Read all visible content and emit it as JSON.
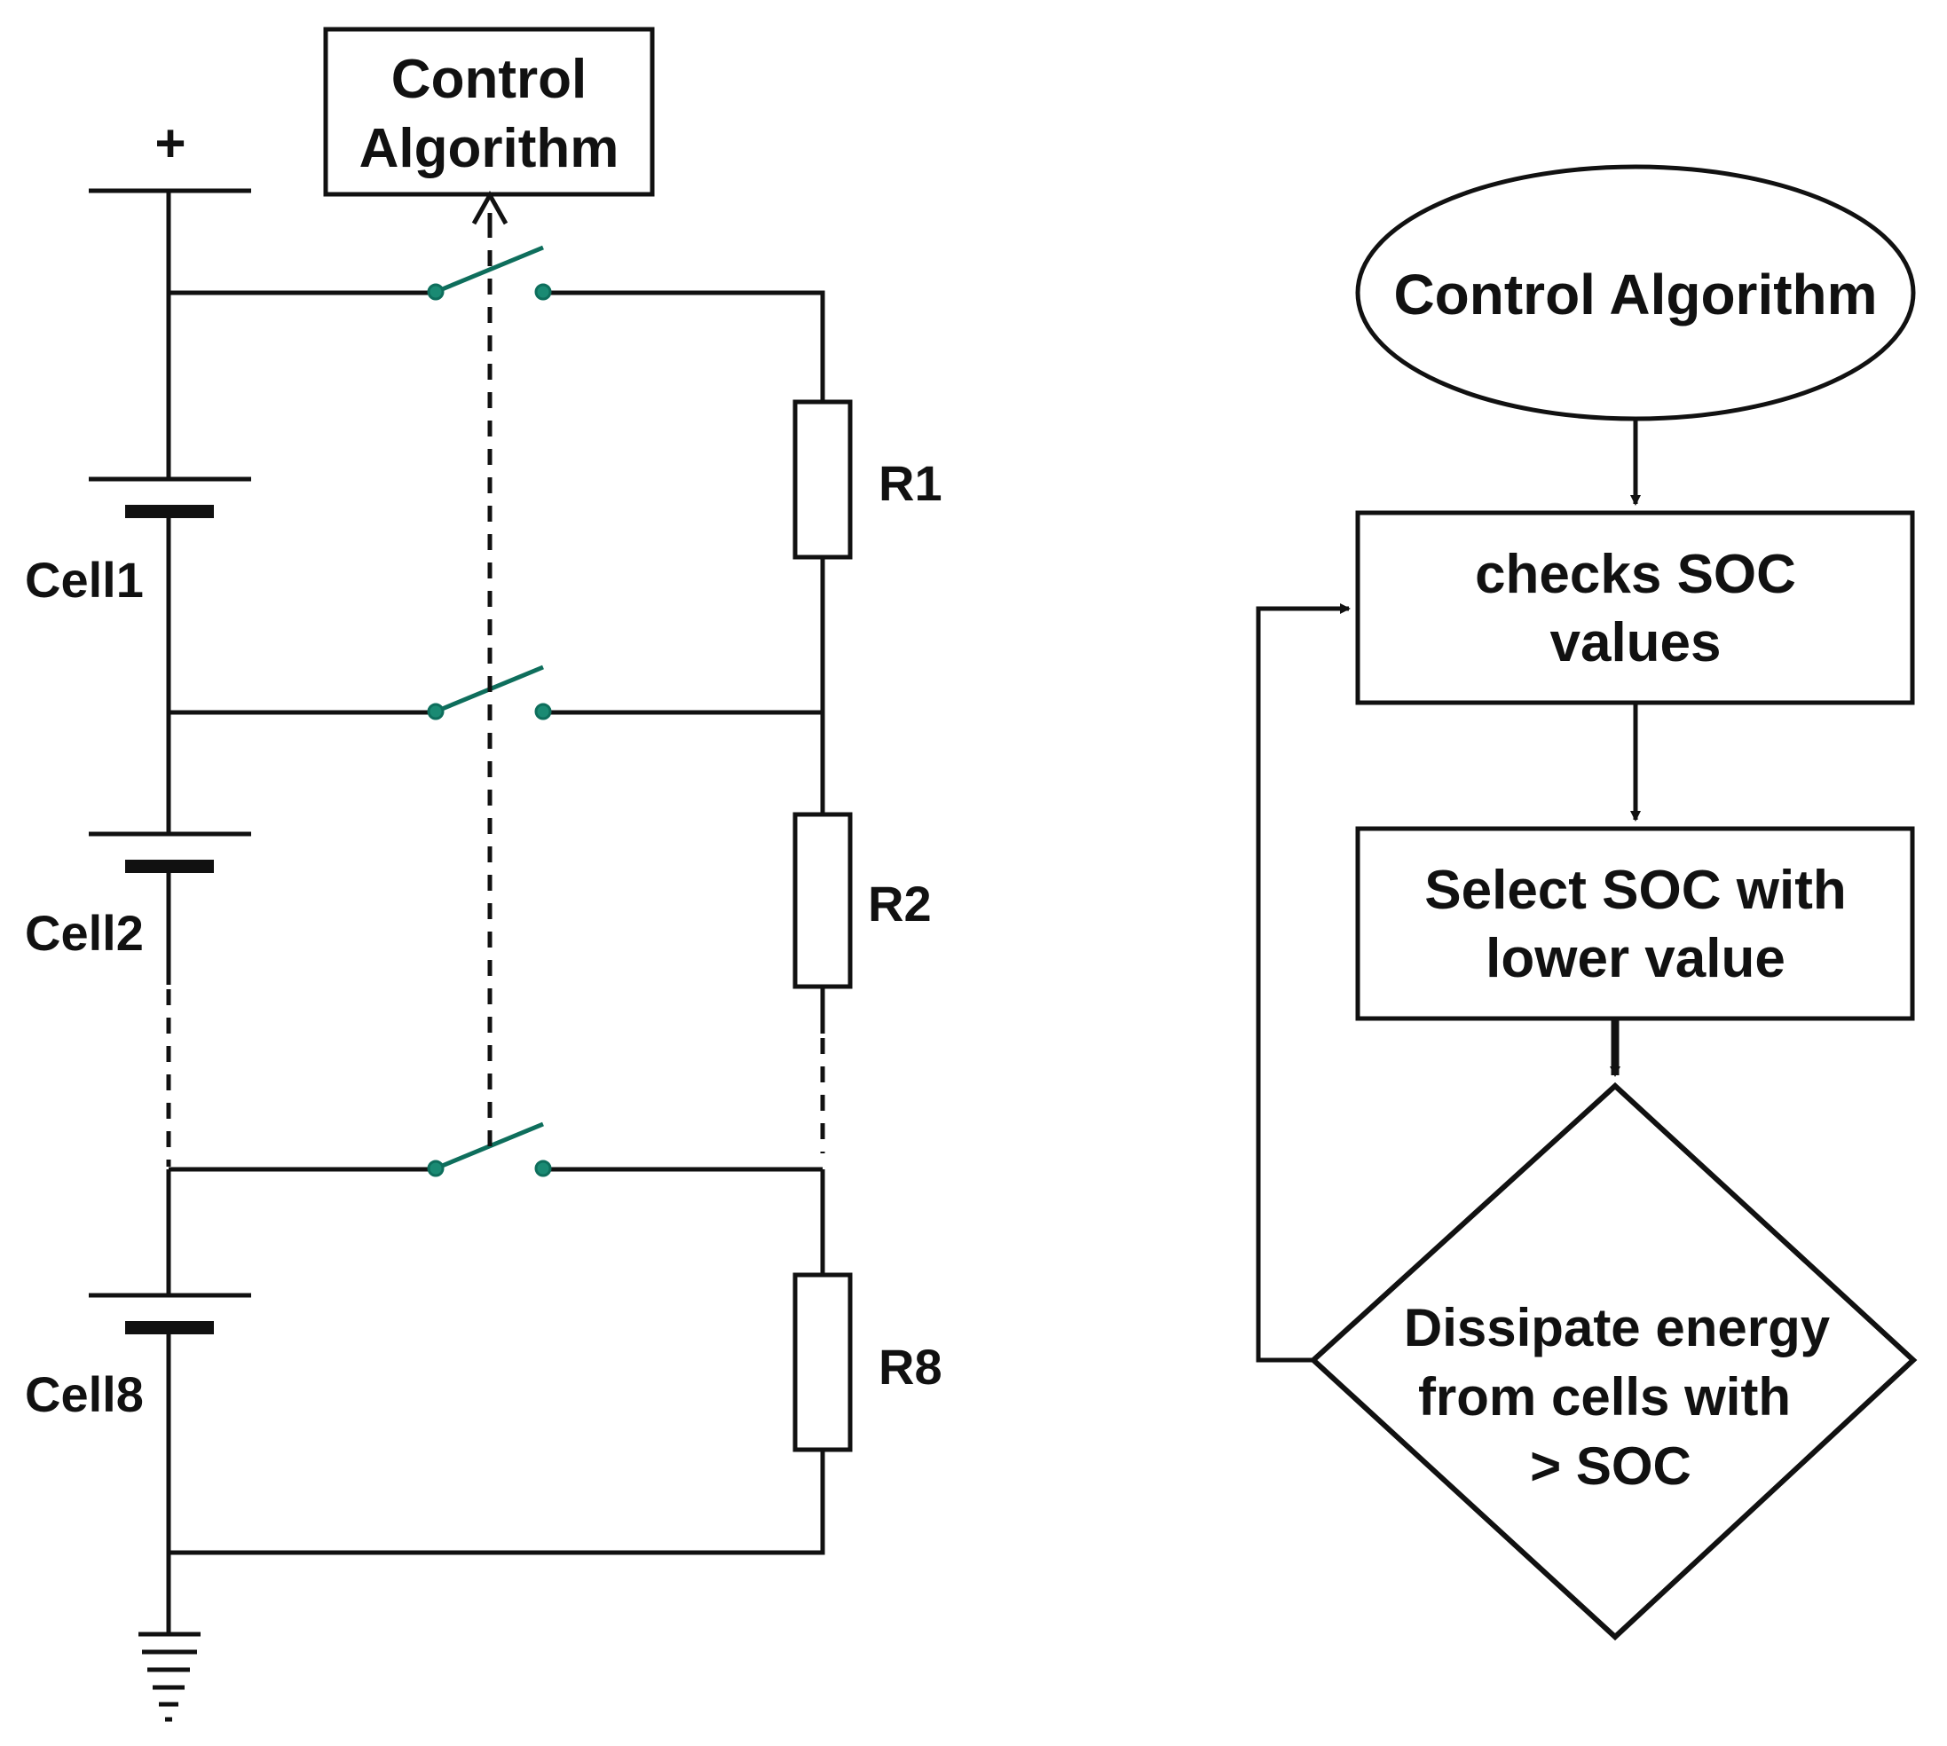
{
  "circuit": {
    "control_box": [
      "Control",
      "Algorithm"
    ],
    "plus_sign": "+",
    "cells": [
      "Cell1",
      "Cell2",
      "Cell8"
    ],
    "resistors": [
      "R1",
      "R2",
      "R8"
    ]
  },
  "flowchart": {
    "start": "Control Algorithm",
    "step1": [
      "checks SOC",
      "values"
    ],
    "step2": [
      "Select SOC with",
      "lower value"
    ],
    "decision": [
      "Dissipate energy",
      "from cells with",
      "> SOC"
    ]
  },
  "colors": {
    "wire": "#111111",
    "switch": "#0e6e5c"
  }
}
